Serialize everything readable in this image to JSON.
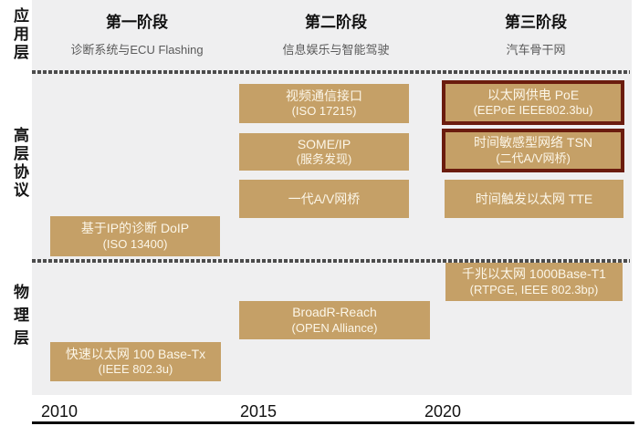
{
  "stages": [
    {
      "title": "第一阶段",
      "subtitle": "诊断系统与ECU Flashing"
    },
    {
      "title": "第二阶段",
      "subtitle": "信息娱乐与智能驾驶"
    },
    {
      "title": "第三阶段",
      "subtitle": "汽车骨干网"
    }
  ],
  "layers": [
    {
      "label": "应用层"
    },
    {
      "label": "高层协议"
    },
    {
      "label": "物理层"
    }
  ],
  "boxes": {
    "doip": {
      "line1": "基于IP的诊断 DoIP",
      "line2": "(ISO 13400)",
      "highlight": false
    },
    "video": {
      "line1": "视频通信接口",
      "line2": "(ISO 17215)",
      "highlight": false
    },
    "someip": {
      "line1": "SOME/IP",
      "line2": "(服务发现)",
      "highlight": false
    },
    "avb1": {
      "line1": "一代A/V网桥",
      "line2": "",
      "highlight": false
    },
    "poe": {
      "line1": "以太网供电 PoE",
      "line2": "(EEPoE IEEE802.3bu)",
      "highlight": true
    },
    "tsn": {
      "line1": "时间敏感型网络 TSN",
      "line2": "(二代A/V网桥)",
      "highlight": true
    },
    "tte": {
      "line1": "时间触发以太网 TTE",
      "line2": "",
      "highlight": false
    },
    "gige": {
      "line1": "千兆以太网 1000Base-T1",
      "line2": "(RTPGE, IEEE 802.3bp)",
      "highlight": false
    },
    "broadr": {
      "line1": "BroadR-Reach",
      "line2": "(OPEN Alliance)",
      "highlight": false
    },
    "faste": {
      "line1": "快速以太网 100 Base-Tx",
      "line2": "(IEEE 802.3u)",
      "highlight": false
    }
  },
  "timeline": {
    "years": [
      "2010",
      "2015",
      "2020"
    ]
  },
  "colors": {
    "box_fill": "#c5a067",
    "box_text": "#fcf6e8",
    "highlight_border": "#6b1c0e",
    "panel_bg": "#efeff0",
    "subtitle_text": "#5a5a5a",
    "dashed_line": "#4c4c4c",
    "axis_line": "#0a0a0a"
  }
}
